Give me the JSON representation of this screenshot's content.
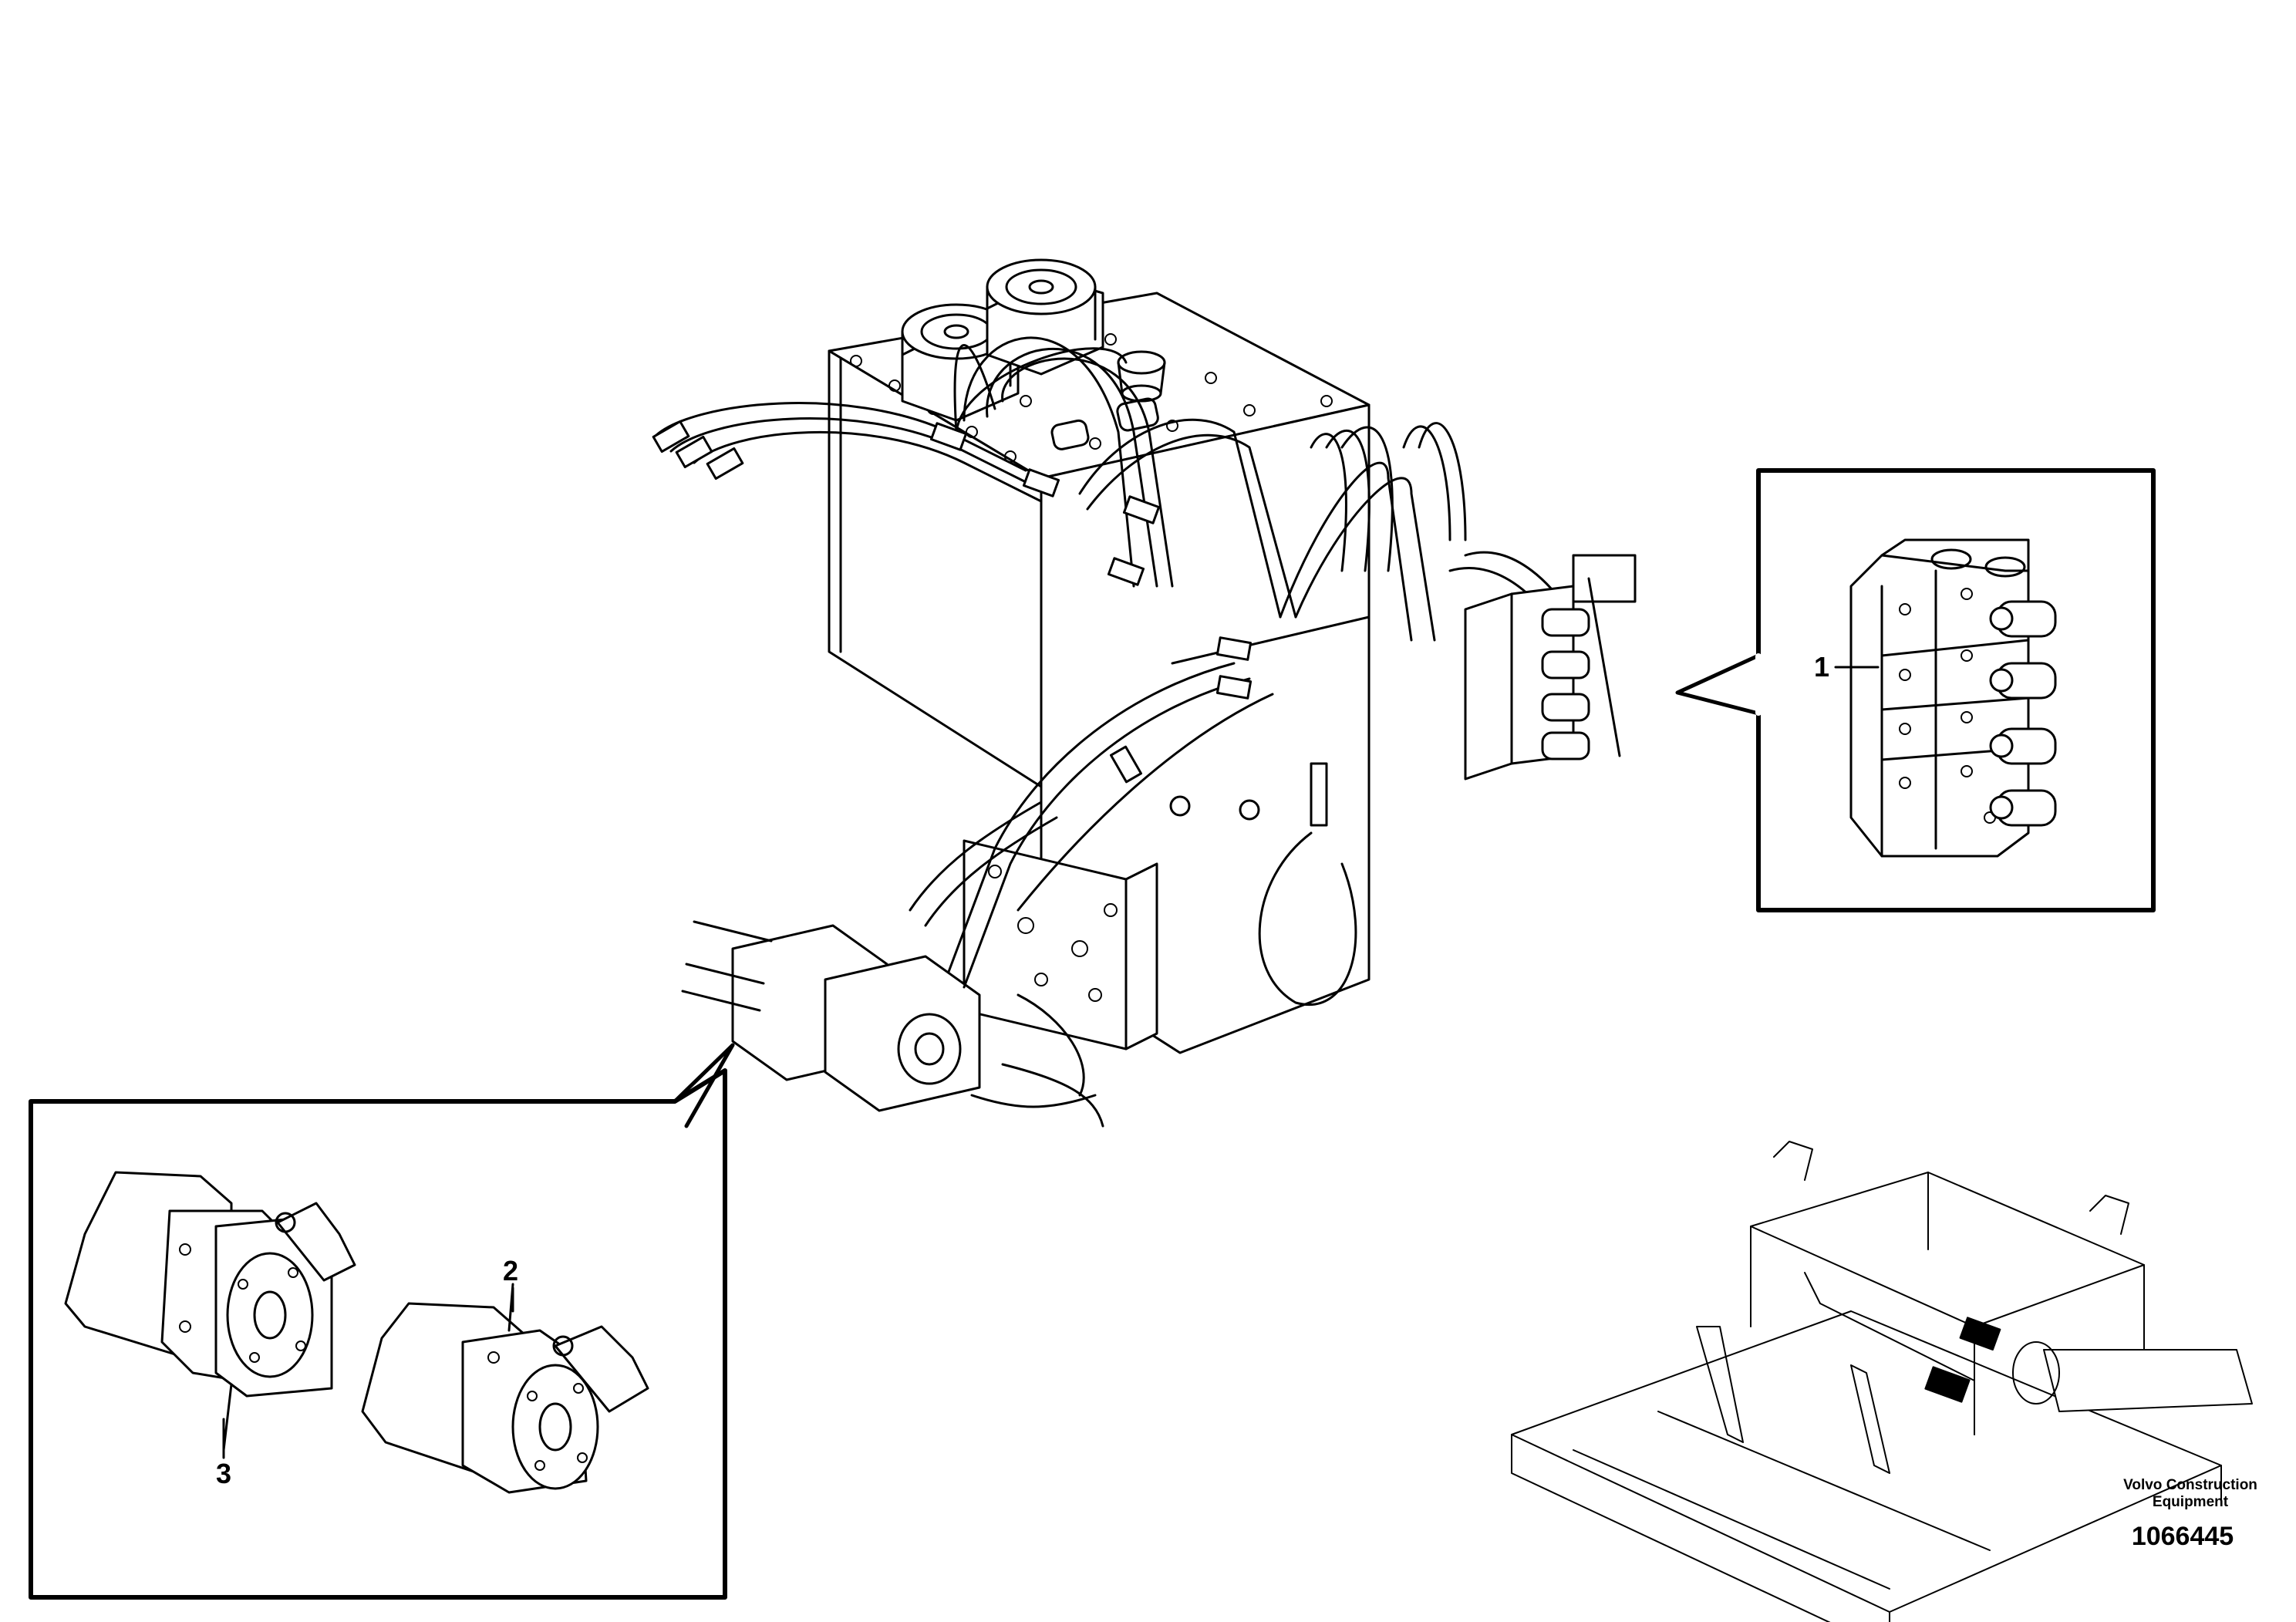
{
  "callouts": {
    "item1": "1",
    "item2": "2",
    "item3": "3"
  },
  "footer": {
    "publisher_line1": "Volvo Construction",
    "publisher_line2": "Equipment",
    "drawing_number": "1066445"
  },
  "colors": {
    "line": "#000000",
    "background": "#ffffff"
  }
}
